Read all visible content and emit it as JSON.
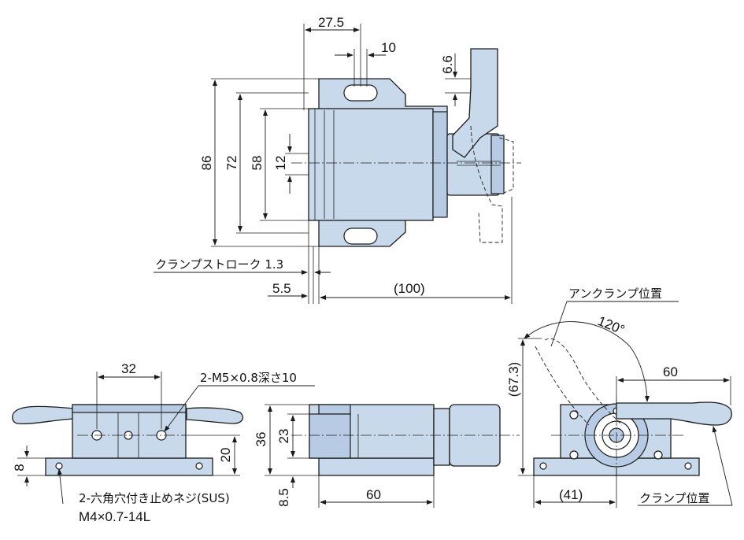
{
  "top_view": {
    "dim_27_5": "27.5",
    "dim_10": "10",
    "dim_6_6": "6.6",
    "dim_86": "86",
    "dim_72": "72",
    "dim_58": "58",
    "dim_12": "12",
    "clamp_stroke": "クランプストローク 1.3",
    "dim_5_5": "5.5",
    "dim_100": "(100)"
  },
  "front_view": {
    "dim_32": "32",
    "tapped_hole_note": "2-M5×0.8深さ10",
    "dim_8": "8",
    "dim_20": "20",
    "screw_note_line1": "2-六角穴付き止めネジ(SUS)",
    "screw_note_line2": "M4×0.7-14L"
  },
  "side_view": {
    "dim_36": "36",
    "dim_23": "23",
    "dim_8_5": "8.5",
    "dim_60": "60"
  },
  "end_view": {
    "unclamp_position": "アンクランプ位置",
    "angle_120": "120°",
    "dim_67_3": "(67.3)",
    "dim_60": "60",
    "dim_41": "(41)",
    "clamp_position": "クランプ位置"
  },
  "colors": {
    "part_fill": "#c9d9ec",
    "line": "#1b1b1b"
  }
}
